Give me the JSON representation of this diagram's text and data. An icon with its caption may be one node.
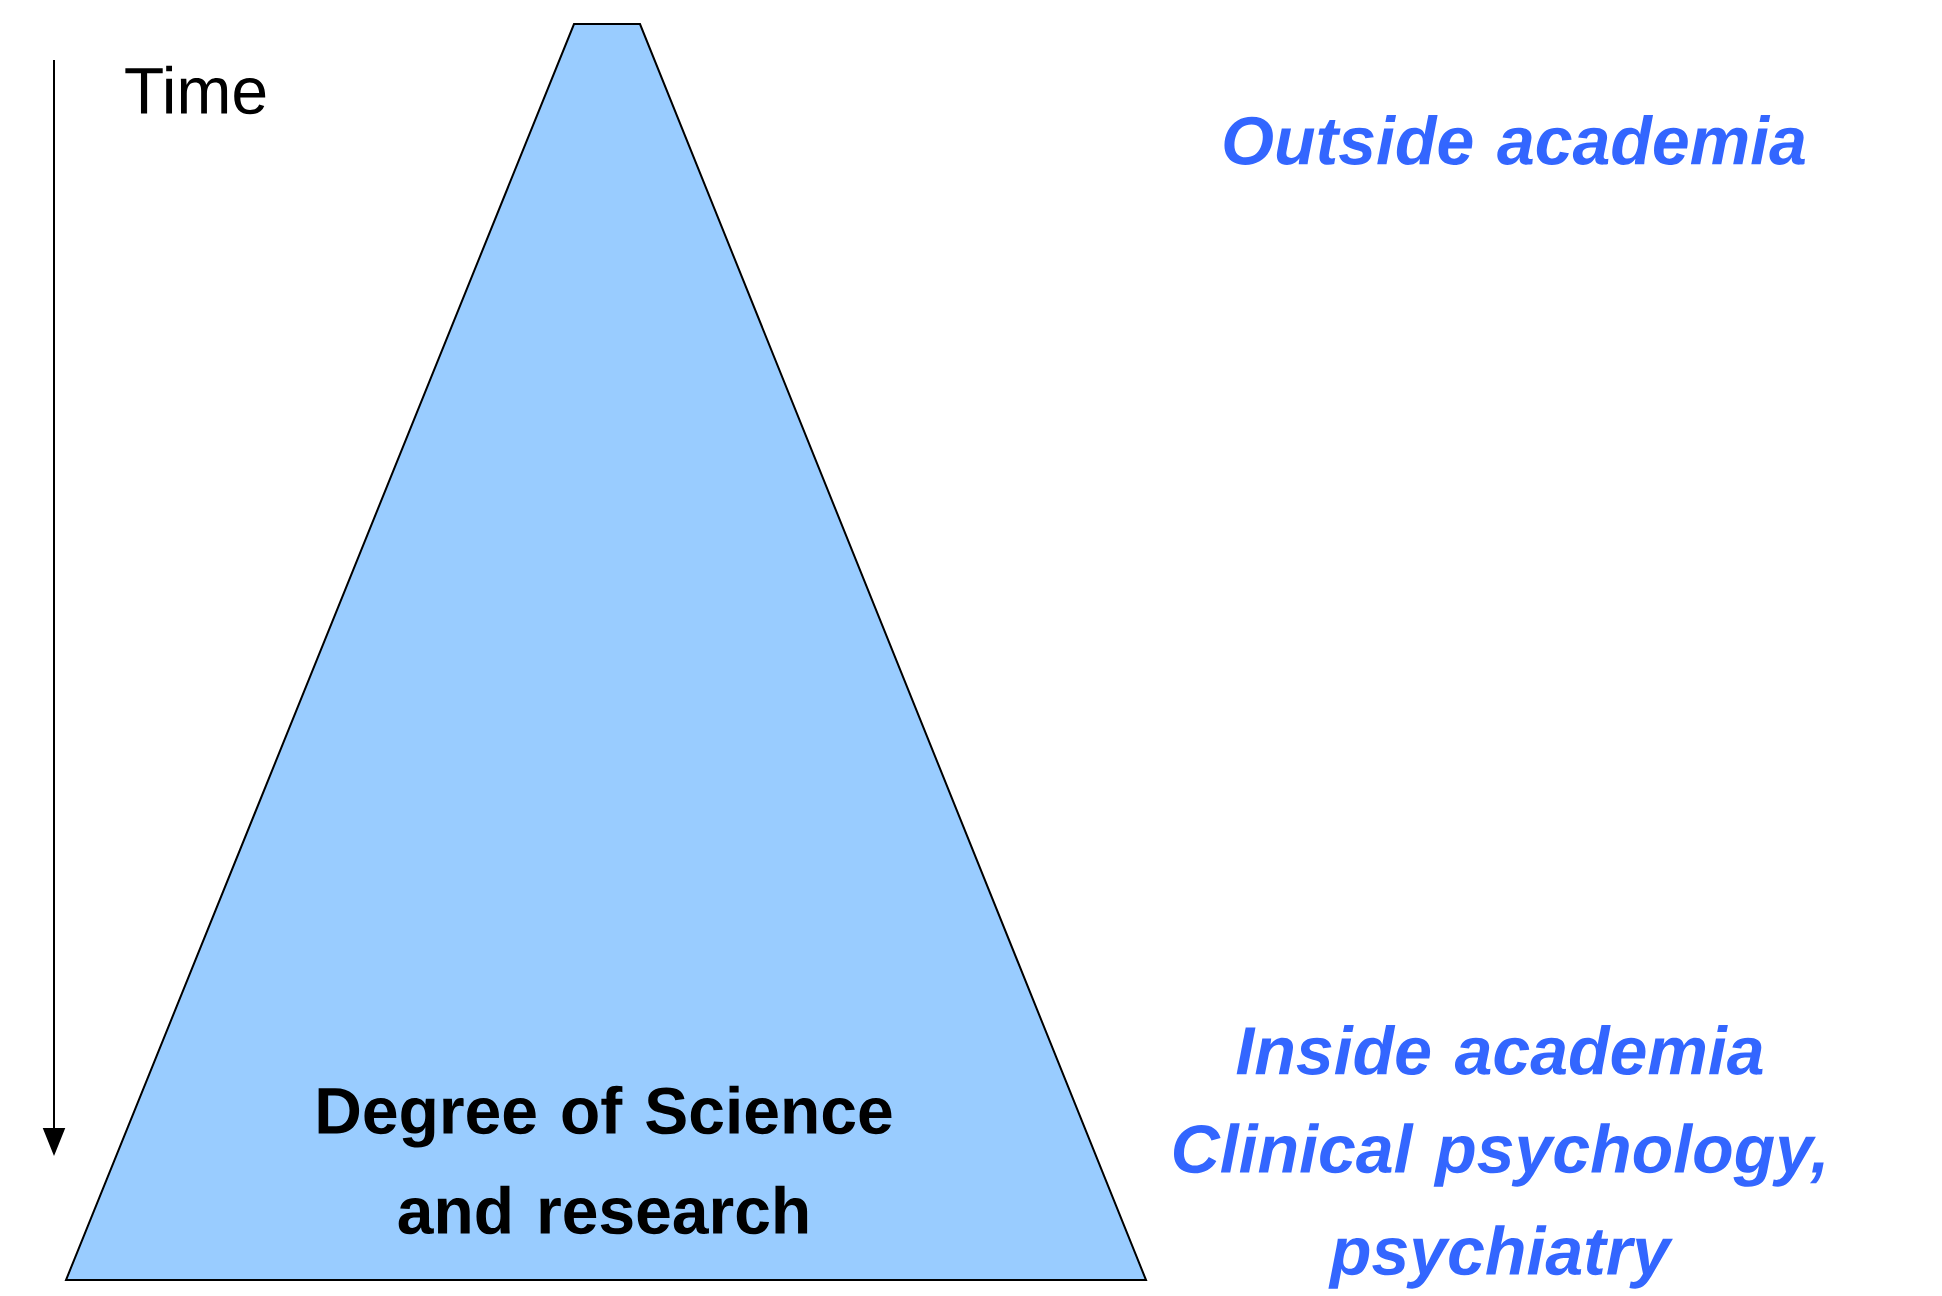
{
  "diagram": {
    "nodes": [
      {
        "text": [
          "Degree of Science and research"
        ]
      }
    ],
    "labels": [
      "Time",
      "Outside academia",
      "Inside academia",
      "Clinical psychology, psychiatry"
    ]
  }
}
